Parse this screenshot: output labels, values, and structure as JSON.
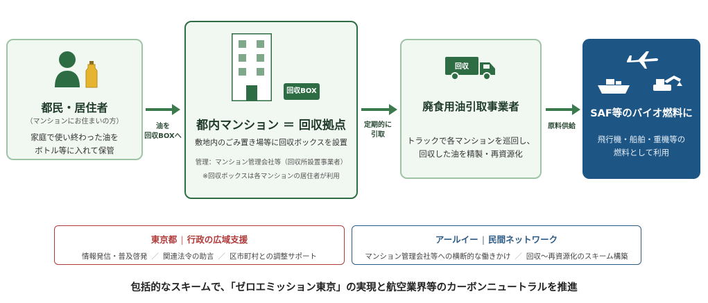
{
  "colors": {
    "green_dark": "#2e6d43",
    "green_border": "#9dc4a5",
    "card_bg": "#f1f7f1",
    "navy": "#1d5585",
    "tokyo_red": "#b03a3a",
    "ri_blue": "#2c5b86"
  },
  "resident": {
    "icons": [
      "person-icon",
      "oil-bottle-icon"
    ],
    "title": "都民・居住者",
    "subtitle": "（マンションにお住まいの方）",
    "body_line1": "家庭で使い終わった油を",
    "body_line2": "ボトル等に入れて保管"
  },
  "arrow1": {
    "line1": "油を",
    "line2": "回収BOXへ"
  },
  "mansion": {
    "icons": [
      "building-icon"
    ],
    "box_label": "回収BOX",
    "title": "都内マンション ＝ 回収拠点",
    "body": "敷地内のごみ置き場等に回収ボックスを設置",
    "note1": "管理：マンション管理会社等（回収所設置事業者）",
    "note2": "※回収ボックスは各マンションの居住者が利用"
  },
  "arrow2": {
    "line1": "定期的に",
    "line2": "引取"
  },
  "collector": {
    "icons": [
      "truck-icon"
    ],
    "truck_label": "回収",
    "title": "廃食用油引取事業者",
    "body_line1": "トラックで各マンションを巡回し、",
    "body_line2": "回収した油を精製・再資源化"
  },
  "arrow3": {
    "line1": "原料供給"
  },
  "saf": {
    "icons": [
      "airplane-icon",
      "ship-icon",
      "excavator-icon"
    ],
    "title": "SAF等のバイオ燃料に",
    "body_line1": "飛行機・船舶・重機等の",
    "body_line2": "燃料として利用"
  },
  "support_tokyo": {
    "title_main": "東京都",
    "title_rest": "行政の広域支援",
    "items": [
      "情報発信・普及啓発",
      "関連法令の助言",
      "区市町村との調整サポート"
    ],
    "separator": "／"
  },
  "support_ri": {
    "title_main": "アールイー",
    "title_rest": "民間ネットワーク",
    "items": [
      "マンション管理会社等への横断的な働きかけ",
      "回収〜再資源化のスキーム構築"
    ],
    "separator": "／"
  },
  "footer": "包括的なスキームで、「ゼロエミッション東京」の実現と航空業界等のカーボンニュートラルを推進"
}
